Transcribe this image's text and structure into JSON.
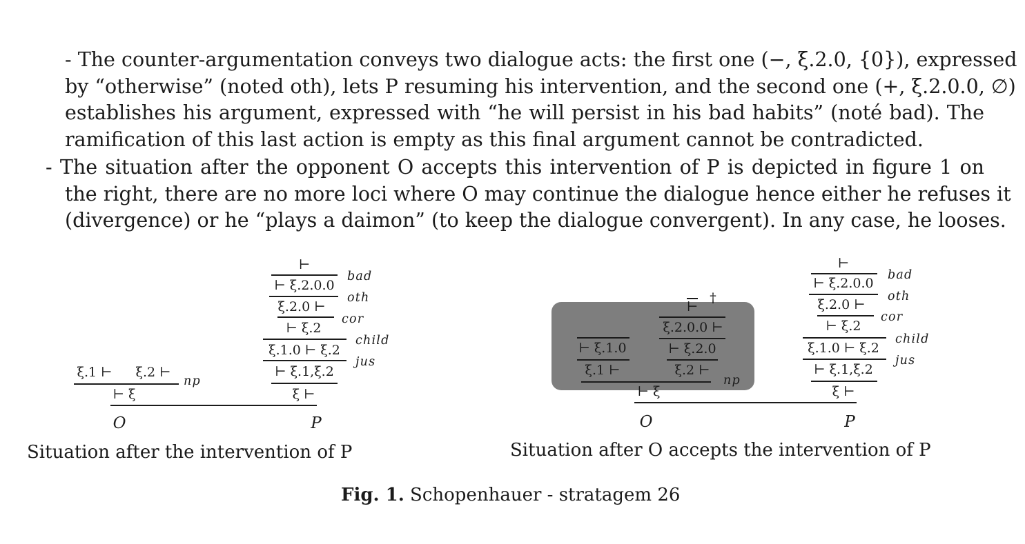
{
  "text": {
    "para1": {
      "l1": "- The counter-argumentation conveys two dialogue acts: the first one (−, ξ.2.0, {0}), expressed",
      "l2": "by “otherwise” (noted oth), lets P resuming his intervention, and the second one (+, ξ.2.0.0, ∅)",
      "l3": "establishes his argument, expressed with “he will persist in his bad habits” (noté bad). The",
      "l4": "ramification of this last action is empty as this final argument cannot be contradicted."
    },
    "para2": {
      "l1": "- The situation after the opponent O accepts this intervention of P is depicted in figure 1 on",
      "l2": "the right, there are no more loci where O may continue the dialogue hence either he refuses it",
      "l3": "(divergence) or he “plays a daimon” (to keep the dialogue convergent). In any case, he looses."
    }
  },
  "figure": {
    "left": {
      "caption": "Situation after the intervention of P",
      "O": {
        "top_a": "ξ.1 ⊢",
        "top_b": "ξ.2 ⊢",
        "bottom": "⊢ ξ",
        "rule": "np"
      },
      "P": {
        "s0": "⊢",
        "s1": "⊢ ξ.2.0.0",
        "s2": "ξ.2.0 ⊢",
        "s3": "⊢ ξ.2",
        "s4": "ξ.1.0 ⊢ ξ.2",
        "s5": "⊢ ξ.1,ξ.2",
        "s6": "ξ ⊢",
        "r1": "bad",
        "r2": "oth",
        "r3": "cor",
        "r4": "child",
        "r5": "jus"
      },
      "player_O": "O",
      "player_P": "P"
    },
    "right": {
      "caption": "Situation after O accepts the intervention of P",
      "O": {
        "a1": "⊢ ξ.1.0",
        "a2": "ξ.1 ⊢",
        "b0": "⊢",
        "b_dagger": "†",
        "b1": "ξ.2.0.0 ⊢",
        "b2": "⊢ ξ.2.0",
        "b3": "ξ.2 ⊢",
        "bottom": "⊢ ξ",
        "rule": "np"
      },
      "P": {
        "s0": "⊢",
        "s1": "⊢ ξ.2.0.0",
        "s2": "ξ.2.0 ⊢",
        "s3": "⊢ ξ.2",
        "s4": "ξ.1.0 ⊢ ξ.2",
        "s5": "⊢ ξ.1,ξ.2",
        "s6": "ξ ⊢",
        "r1": "bad",
        "r2": "oth",
        "r3": "cor",
        "r4": "child",
        "r5": "jus"
      },
      "player_O": "O",
      "player_P": "P"
    },
    "caption_label": "Fig. 1.",
    "caption_text": "Schopenhauer - stratagem 26"
  }
}
